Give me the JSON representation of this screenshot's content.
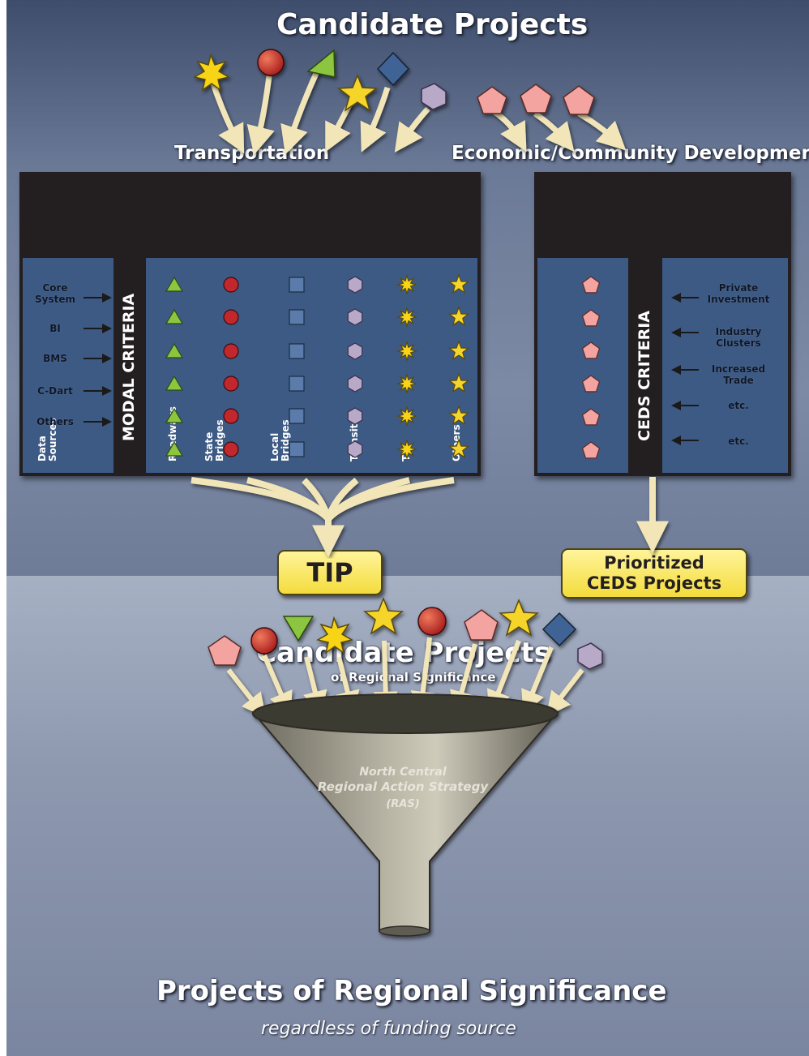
{
  "top_title": "Candidate Projects",
  "transportation_label": "Transportation",
  "econ_label": "Economic/Community Development",
  "modal": {
    "criteria_label": "MODAL CRITERIA",
    "data_sources_header": "Data Sources",
    "columns": [
      "Roadways",
      "State Bridges",
      "Local Bridges",
      "Transit",
      "TE",
      "Others"
    ],
    "sources": [
      "Core System",
      "BI",
      "BMS",
      "C-Dart",
      "Others"
    ],
    "rows": 6
  },
  "ceds": {
    "criteria_label": "CEDS CRITERIA",
    "inputs": [
      "Private Investment",
      "Industry Clusters",
      "Increased Trade",
      "etc.",
      "etc."
    ]
  },
  "tip_label": "TIP",
  "prioritized_label": "Prioritized CEDS Projects",
  "regional": {
    "title": "Candidate Projects",
    "subtitle": "of Regional Significance"
  },
  "funnel": {
    "line1": "North Central",
    "line2": "Regional Action Strategy",
    "line3": "(RAS)"
  },
  "output": {
    "title": "Projects of Regional Significance",
    "subtitle": "regardless of funding source"
  },
  "colors": {
    "triangle": "#8cc63f",
    "circle": "#c1272d",
    "square": "#3f6496",
    "hexagon": "#b8a9c9",
    "burst": "#f7d417",
    "star": "#f5d52a",
    "pentagon": "#f4a4a0",
    "yellow_box": "#f4dc3c",
    "arrow": "#f2e6b8"
  }
}
